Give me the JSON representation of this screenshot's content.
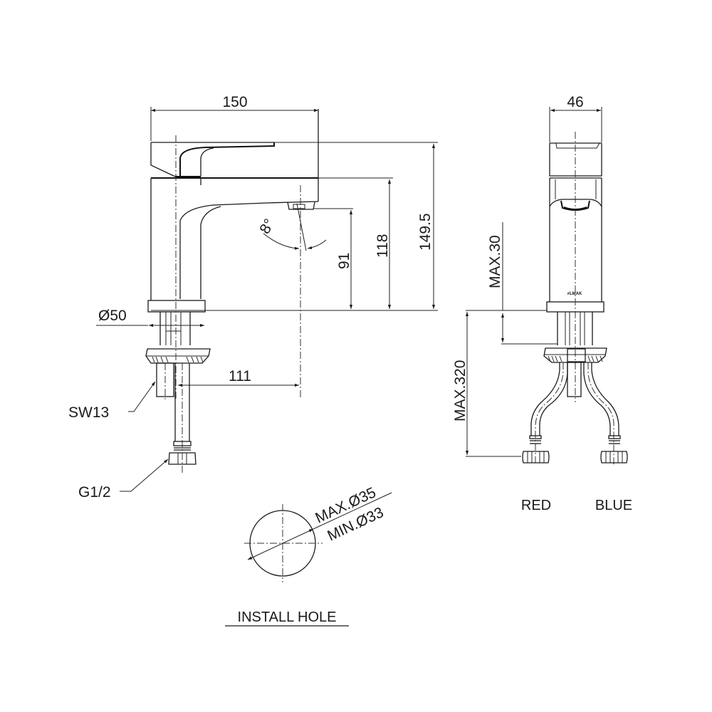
{
  "drawing": {
    "subject": "single-lever basin faucet technical drawing",
    "side_view": {
      "dimensions": {
        "overall_length": "150",
        "overall_height": "149.5",
        "spout_height": "118",
        "outlet_clearance": "91",
        "spout_reach": "111",
        "base_diameter": "Ø50",
        "angle": "8°"
      },
      "callouts": {
        "wrench": "SW13",
        "thread": "G1/2"
      }
    },
    "front_view": {
      "dimensions": {
        "width": "46",
        "max_deck_thickness": "MAX.30",
        "max_hose_length": "MAX.320"
      },
      "hose_labels": {
        "left": "RED",
        "right": "BLUE"
      },
      "brand_mark": "ꜰLMAK"
    },
    "install_hole": {
      "title": "INSTALL HOLE",
      "max_diameter": "MAX.Ø35",
      "min_diameter": "MIN.Ø33"
    }
  }
}
